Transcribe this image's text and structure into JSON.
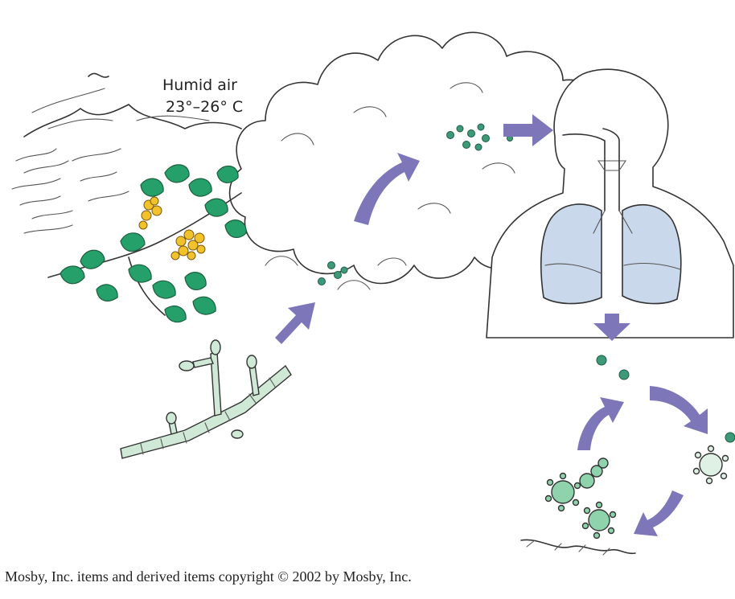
{
  "environment_label": {
    "line1": "Humid air",
    "line2": "23°–26° C"
  },
  "copyright": "Mosby, Inc. items and derived items copyright © 2002 by Mosby, Inc.",
  "colors": {
    "arrow": "#7d76b8",
    "spore": "#3c9a78",
    "leaf": "#26a06a",
    "flower": "#f2c22a",
    "hyphae": "#cfe9d6",
    "lung": "#c9d8ea",
    "yeast": "#8fd3ad"
  }
}
